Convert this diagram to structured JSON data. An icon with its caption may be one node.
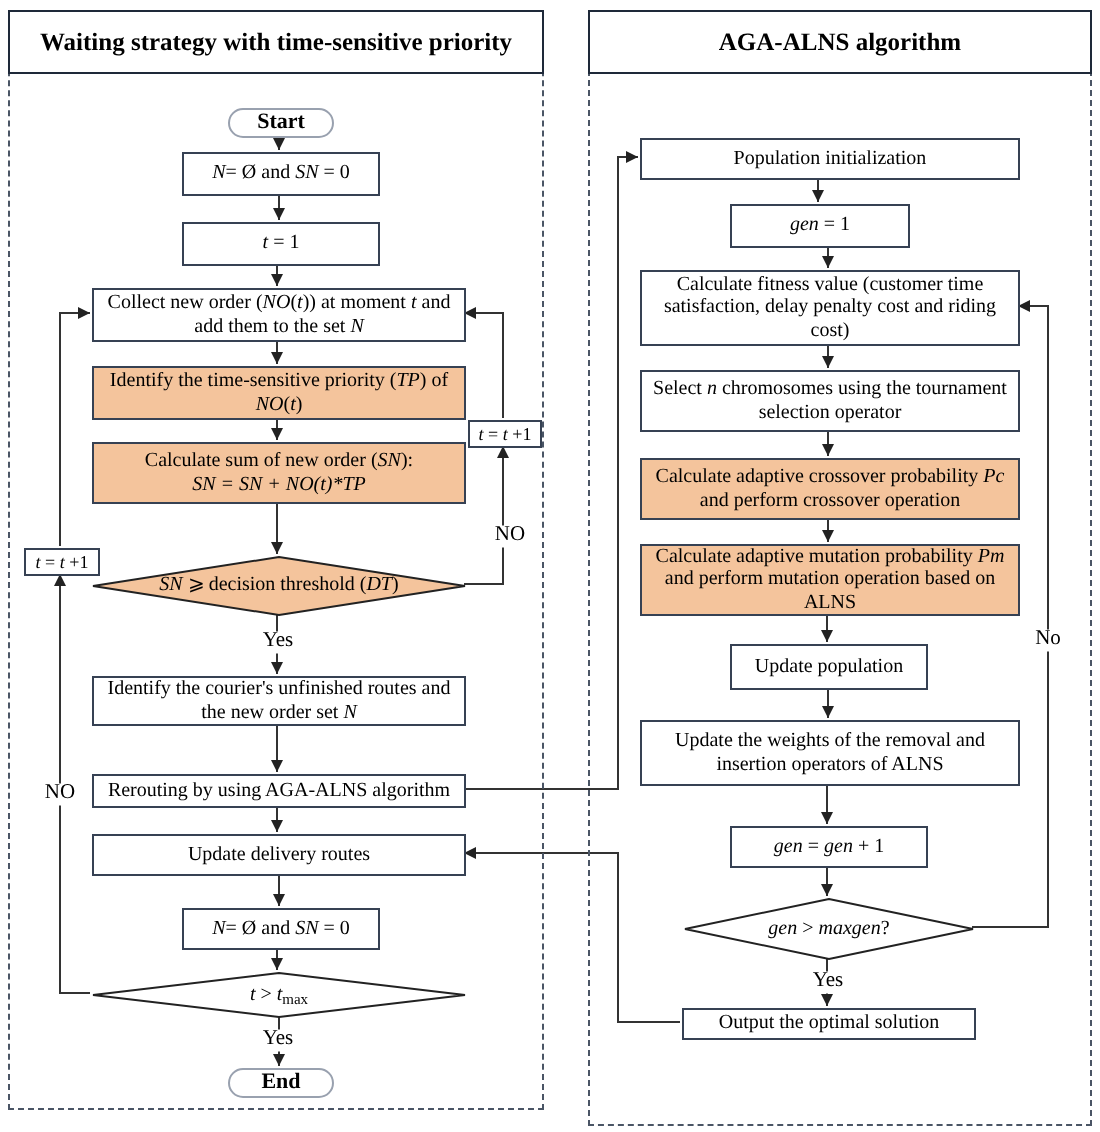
{
  "diagram": {
    "nodes": [
      {
        "text": [
          "Waiting strategy with time-sensitive priority"
        ]
      },
      {
        "text": [
          "AGA-ALNS algorithm"
        ]
      },
      {
        "text": [
          "Start"
        ],
        "in": 0
      },
      {
        "text": [
          "*N*= Ø and *SN* = 0"
        ],
        "in": 0
      },
      {
        "text": [
          "*t* = 1"
        ],
        "in": 0
      },
      {
        "text": [
          "Collect new order (*NO*(*t*)) at moment *t* and add them to the set *N*"
        ],
        "in": 0
      },
      {
        "text": [
          "Identify the time-sensitive priority (*TP*) of *NO*(*t*)"
        ],
        "in": 0
      },
      {
        "text": [
          "Calculate sum of new order (*SN*):",
          "SN = SN + NO(t)*TP"
        ],
        "in": 0
      },
      {
        "text": [
          "*t* = *t* +1"
        ],
        "in": 0
      },
      {
        "text": [
          "*t* = *t* +1"
        ],
        "in": 0
      },
      {
        "text": [
          "*SN* ⩾ decision threshold (*DT*)"
        ],
        "in": 0
      },
      {
        "text": [
          "Identify the courier's unfinished routes and the new order set *N*"
        ],
        "in": 0
      },
      {
        "text": [
          "Rerouting by using AGA-ALNS algorithm"
        ],
        "in": 0
      },
      {
        "text": [
          "Update delivery routes"
        ],
        "in": 0
      },
      {
        "text": [
          "*N*= Ø and *SN* = 0"
        ],
        "in": 0
      },
      {
        "text": [
          "*t* > *t*$_{max}$"
        ],
        "in": 0
      },
      {
        "text": [
          "End"
        ],
        "in": 0
      },
      {
        "text": [
          "Population initialization"
        ],
        "in": 1
      },
      {
        "text": [
          "*gen* = 1"
        ],
        "in": 1
      },
      {
        "text": [
          "Calculate fitness value (customer time satisfaction, delay penalty cost and riding cost)"
        ],
        "in": 1
      },
      {
        "text": [
          "Select *n* chromosomes using the tournament selection operator"
        ],
        "in": 1
      },
      {
        "text": [
          "Calculate adaptive crossover probability *Pc* and perform crossover operation"
        ],
        "in": 1
      },
      {
        "text": [
          "Calculate adaptive mutation probability *Pm* and perform mutation operation based on ALNS"
        ],
        "in": 1
      },
      {
        "text": [
          "Update population"
        ],
        "in": 1
      },
      {
        "text": [
          "Update the weights of the removal and insertion operators of ALNS"
        ],
        "in": 1
      },
      {
        "text": [
          "*gen* = *gen* + 1"
        ],
        "in": 1
      },
      {
        "text": [
          "*gen* > *maxgen*?"
        ],
        "in": 1
      },
      {
        "text": [
          "Output the optimal solution"
        ],
        "in": 1
      }
    ],
    "edges": [
      {
        "from": 2,
        "to": 3,
        "arrow": "to"
      },
      {
        "from": 3,
        "to": 4,
        "arrow": "to"
      },
      {
        "from": 4,
        "to": 5,
        "arrow": "to"
      },
      {
        "from": 5,
        "to": 6,
        "arrow": "to"
      },
      {
        "from": 6,
        "to": 7,
        "arrow": "to"
      },
      {
        "from": 7,
        "to": 10,
        "arrow": "to"
      },
      {
        "from": 10,
        "to": 11,
        "arrow": "to",
        "label": "Yes"
      },
      {
        "from": 11,
        "to": 12,
        "arrow": "to"
      },
      {
        "from": 12,
        "to": 13,
        "arrow": "to"
      },
      {
        "from": 13,
        "to": 14,
        "arrow": "to"
      },
      {
        "from": 14,
        "to": 15,
        "arrow": "to"
      },
      {
        "from": 15,
        "to": 16,
        "arrow": "to",
        "label": "Yes"
      },
      {
        "from": 10,
        "to": 8,
        "arrow": "to",
        "label": "NO"
      },
      {
        "from": 8,
        "to": 5,
        "arrow": "to"
      },
      {
        "from": 15,
        "to": 9,
        "arrow": "to",
        "label": "NO"
      },
      {
        "from": 9,
        "to": 5,
        "arrow": "to"
      },
      {
        "from": 12,
        "to": 17,
        "arrow": "to"
      },
      {
        "from": 17,
        "to": 18,
        "arrow": "to"
      },
      {
        "from": 18,
        "to": 19,
        "arrow": "to"
      },
      {
        "from": 19,
        "to": 20,
        "arrow": "to"
      },
      {
        "from": 20,
        "to": 21,
        "arrow": "to"
      },
      {
        "from": 21,
        "to": 22,
        "arrow": "to"
      },
      {
        "from": 22,
        "to": 23,
        "arrow": "to"
      },
      {
        "from": 23,
        "to": 24,
        "arrow": "to"
      },
      {
        "from": 24,
        "to": 25,
        "arrow": "to"
      },
      {
        "from": 25,
        "to": 26,
        "arrow": "to"
      },
      {
        "from": 26,
        "to": 27,
        "arrow": "to",
        "label": "Yes"
      },
      {
        "from": 26,
        "to": 19,
        "arrow": "to",
        "label": "No"
      },
      {
        "from": 27,
        "to": 13,
        "arrow": "to"
      }
    ]
  }
}
